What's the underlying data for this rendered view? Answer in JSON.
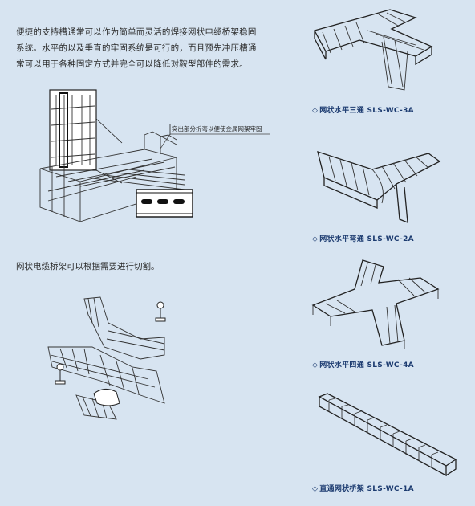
{
  "intro": {
    "line1": "便捷的支持槽通常可以作为简单而灵活的焊接网状电缆桥架稳固",
    "line2": "系统。水平的以及垂直的牢固系统是可行的，而且预先冲压槽通",
    "line3": "常可以用于各种固定方式并完全可以降低对鞍型部件的需求。"
  },
  "callout": "突出部分折弯以便使金属网架牢固",
  "cut_note": "网状电缆桥架可以根据需要进行切割。",
  "products": [
    {
      "mark": "◇",
      "label": "网状水平三通  SLS-WC-3A"
    },
    {
      "mark": "◇",
      "label": "网状水平弯通  SLS-WC-2A"
    },
    {
      "mark": "◇",
      "label": "网状水平四通  SLS-WC-4A"
    },
    {
      "mark": "◇",
      "label": "直通网状桥架  SLS-WC-1A"
    }
  ],
  "colors": {
    "background": "#d7e4f1",
    "caption": "#1c3b70",
    "text": "#2a2a2a"
  }
}
